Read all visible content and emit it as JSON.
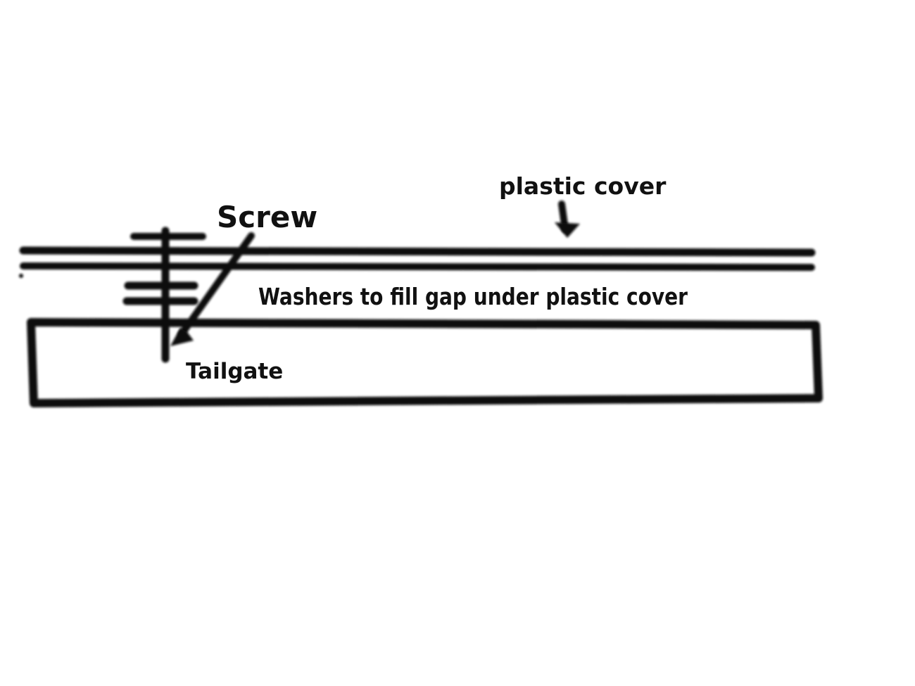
{
  "labels": {
    "plastic_cover": "plastic cover",
    "screw": "Screw",
    "washers": "Washers to fill gap under plastic cover",
    "tailgate": "Tailgate"
  },
  "colors": {
    "ink": "#111111",
    "background": "#ffffff"
  }
}
